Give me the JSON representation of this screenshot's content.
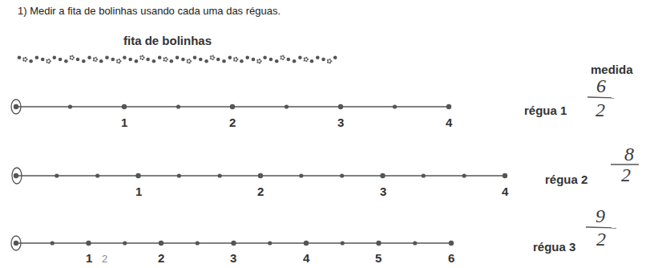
{
  "diagram": {
    "title": "1) Medir a fita de bolinhas usando cada uma das réguas.",
    "labels": [
      "fita de bolinhas",
      "medida",
      "1",
      "2",
      "3",
      "4",
      "régua 1",
      "6",
      "2",
      "1",
      "2",
      "3",
      "4",
      "régua 2",
      "8",
      "2",
      "1",
      "2",
      "3",
      "4",
      "5",
      "6",
      "2",
      "régua 3",
      "9",
      "2"
    ]
  }
}
